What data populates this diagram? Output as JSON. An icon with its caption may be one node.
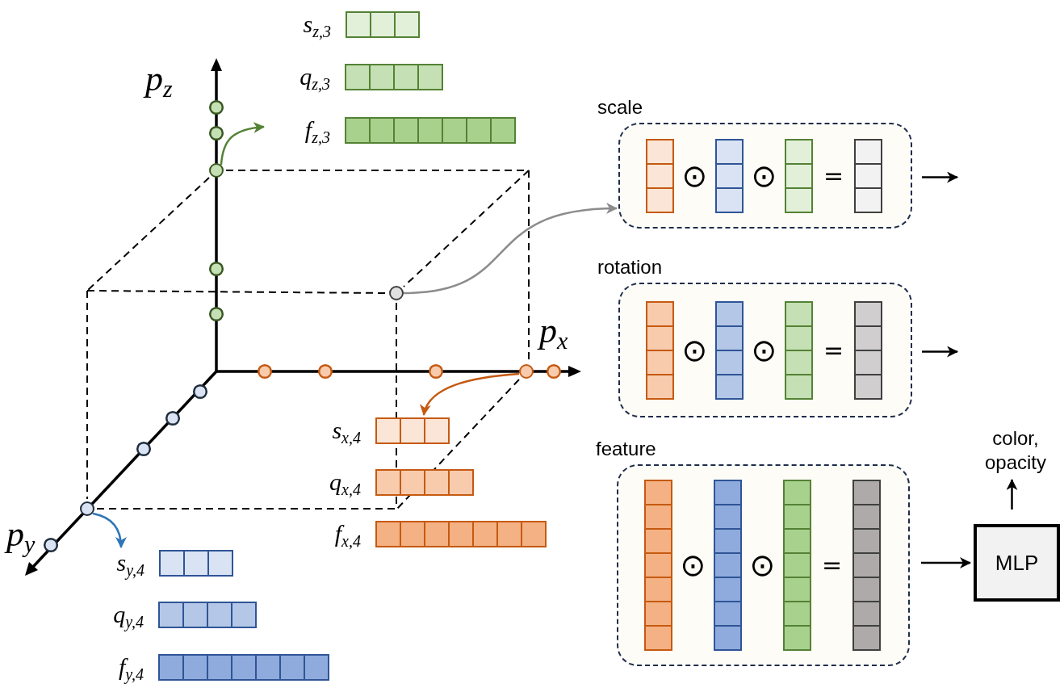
{
  "diagram": {
    "nodes": [
      {
        "text": [
          "scale",
          "⊙",
          "⊙",
          "="
        ]
      },
      {
        "text": [
          "rotation",
          "⊙",
          "⊙",
          "="
        ]
      },
      {
        "text": [
          "feature",
          "⊙",
          "⊙",
          "="
        ]
      },
      {
        "text": [
          "MLP"
        ]
      },
      {
        "text": [
          "color, opacity"
        ]
      },
      {
        "text": [
          "s$_{z,3}$"
        ]
      },
      {
        "text": [
          "q$_{z,3}$"
        ]
      },
      {
        "text": [
          "f$_{z,3}$"
        ]
      },
      {
        "text": [],
        "shape": "circle"
      },
      {
        "text": [],
        "shape": "circle"
      },
      {
        "text": [],
        "shape": "circle"
      },
      {
        "text": [
          "s$_{x,4}$"
        ]
      },
      {
        "text": [
          "q$_{x,4}$"
        ]
      },
      {
        "text": [
          "f$_{x,4}$"
        ]
      },
      {
        "text": [],
        "shape": "circle"
      },
      {
        "text": [
          "s$_{y,4}$"
        ]
      },
      {
        "text": [
          "q$_{y,4}$"
        ]
      },
      {
        "text": [
          "f$_{y,4}$"
        ]
      }
    ],
    "edges": [
      {
        "from": 8,
        "to": 7,
        "arrow": "to",
        "color": "#548235"
      },
      {
        "from": 9,
        "to": 0,
        "arrow": "to",
        "color": "#8c8c8c"
      },
      {
        "from": 10,
        "to": 11,
        "arrow": "to",
        "color": "#c55a11"
      },
      {
        "from": 14,
        "to": 15,
        "arrow": "to",
        "color": "#2e75b6"
      },
      {
        "from": 0,
        "to": null,
        "arrow": "to"
      },
      {
        "from": 1,
        "to": null,
        "arrow": "to"
      },
      {
        "from": 2,
        "to": 3,
        "arrow": "to"
      },
      {
        "from": 3,
        "to": 4,
        "arrow": "to"
      }
    ],
    "labels": [
      "p$_{z}$",
      "p$_{x}$",
      "p$_{y}$"
    ]
  }
}
